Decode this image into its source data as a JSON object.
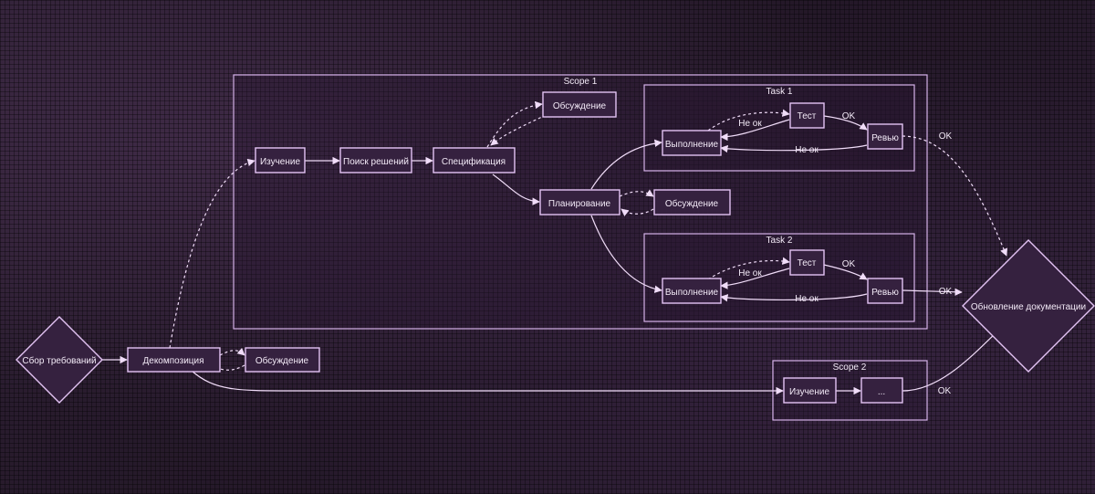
{
  "scope1": {
    "title": "Scope 1"
  },
  "scope2": {
    "title": "Scope 2"
  },
  "task1": {
    "title": "Task 1"
  },
  "task2": {
    "title": "Task 2"
  },
  "nodes": {
    "sbor": "Сбор требований",
    "dekompoziciya": "Декомпозиция",
    "obsuzhdenie_dek": "Обсуждение",
    "izuchenie1": "Изучение",
    "poisk": "Поиск решений",
    "specifikaciya": "Спецификация",
    "obsuzhdenie_spec": "Обсуждение",
    "planirovanie": "Планирование",
    "obsuzhdenie_plan": "Обсуждение",
    "vypolnenie1": "Выполнение",
    "test1": "Тест",
    "revyu1": "Ревью",
    "vypolnenie2": "Выполнение",
    "test2": "Тест",
    "revyu2": "Ревью",
    "izuchenie2": "Изучение",
    "ellipsis": "...",
    "obnovlenie": "Обновление документации"
  },
  "edges": {
    "ok": "OK",
    "ne_ok": "Не ок",
    "ok_out": "OK"
  },
  "colors": {
    "node_fill": "#35213f",
    "node_stroke": "#e4c4f5",
    "edge": "#f0dcf8"
  }
}
